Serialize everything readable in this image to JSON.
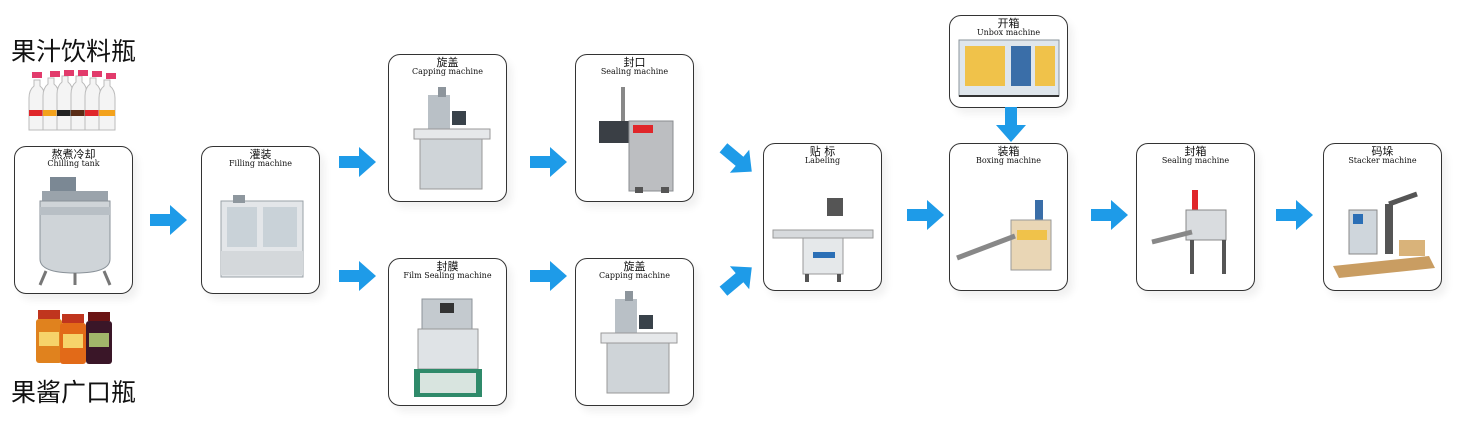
{
  "labels": {
    "juice_bottle": "果汁饮料瓶",
    "jam_jar": "果酱广口瓶"
  },
  "colors": {
    "arrow": "#1e9be8",
    "border": "#333333"
  },
  "steps": {
    "chilling": {
      "zh": "熬煮冷却",
      "en": "Chilling tank"
    },
    "filling": {
      "zh": "灌装",
      "en": "Filling machine"
    },
    "capping_top": {
      "zh": "旋盖",
      "en": "Capping machine"
    },
    "sealing_top": {
      "zh": "封口",
      "en": "Sealing machine"
    },
    "film_sealing": {
      "zh": "封膜",
      "en": "Film Sealing machine"
    },
    "capping_bot": {
      "zh": "旋盖",
      "en": "Capping machine"
    },
    "labeling": {
      "zh": "贴  标",
      "en": "Labeling"
    },
    "unbox": {
      "zh": "开箱",
      "en": "Unbox machine"
    },
    "boxing": {
      "zh": "装箱",
      "en": "Boxing machine"
    },
    "case_sealing": {
      "zh": "封箱",
      "en": "Sealing machine"
    },
    "stacker": {
      "zh": "码垛",
      "en": "Stacker machine"
    }
  }
}
